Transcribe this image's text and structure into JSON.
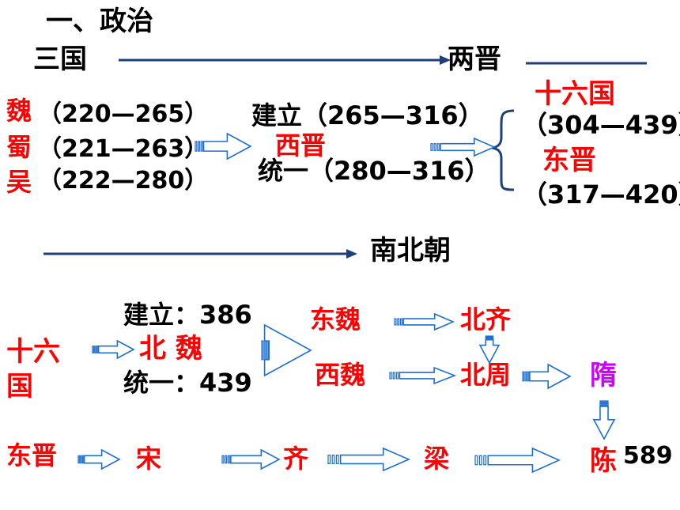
{
  "section_title": "一、政治",
  "top": {
    "label_sanguo": "三国",
    "label_liangjin": "两晋",
    "states": [
      {
        "name": "魏",
        "years": "（220—265）"
      },
      {
        "name": "蜀",
        "years": "（221—263）"
      },
      {
        "name": "吴",
        "years": "（222—280）"
      }
    ],
    "jianli": "建立（265—316）",
    "xijin": "西晋",
    "tongyi": "统一（280—316）",
    "shiliuguo": "十六国",
    "shiliuguo_years": "（304—439）",
    "dongjin": "东晋",
    "dongjin_years": "（317—420）"
  },
  "bottom": {
    "label_nanbeichao": "南北朝",
    "jianli": "建立：386",
    "tongyi": "统一：439",
    "shiliu_a": "十六",
    "shiliu_b": "国",
    "beiwei": "北 魏",
    "dongwei": "东魏",
    "xiwei": "西魏",
    "beiqi": "北齐",
    "beizhou": "北周",
    "sui": "隋",
    "dongjin": "东晋",
    "song": "宋",
    "qi": "齐",
    "liang": "梁",
    "chen": "陈",
    "year_589": "589"
  },
  "colors": {
    "red": "#ff0000",
    "black": "#000000",
    "purple": "#cc00ff",
    "line_blue": "#1f3f7a",
    "arrow_blue": "#1f6fcf"
  }
}
